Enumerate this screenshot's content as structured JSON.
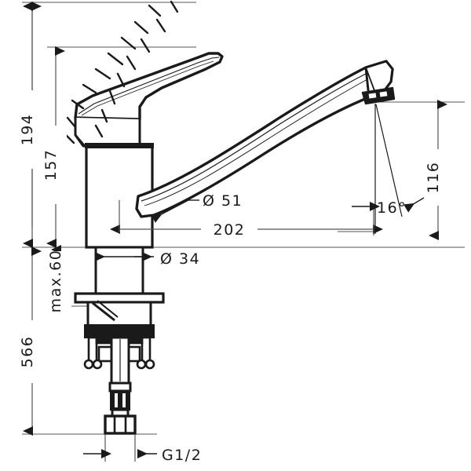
{
  "drawing": {
    "type": "technical-dimension-drawing",
    "subject": "single-lever kitchen mixer tap, side elevation",
    "units": "mm",
    "line_color": "#1a1a1a",
    "dimension_line_color": "#555555",
    "background": "#ffffff"
  },
  "dimensions": {
    "height_overall": "194",
    "height_body": "157",
    "spout_reach": "202",
    "spout_height": "116",
    "spout_outlet_diameter": "Ø 51",
    "body_diameter": "Ø 34",
    "max_deck_thickness": "max.60",
    "total_length_with_hose": "566",
    "angle_outlet": "16°",
    "thread_connection": "G1/2"
  },
  "labels": [
    {
      "id": "dim-194",
      "text": "194",
      "orientation": "vertical"
    },
    {
      "id": "dim-157",
      "text": "157",
      "orientation": "vertical"
    },
    {
      "id": "dim-566",
      "text": "566",
      "orientation": "vertical"
    },
    {
      "id": "dim-max60",
      "text": "max.60",
      "orientation": "vertical"
    },
    {
      "id": "dim-116",
      "text": "116",
      "orientation": "vertical"
    },
    {
      "id": "dim-202",
      "text": "202",
      "orientation": "horizontal"
    },
    {
      "id": "dim-d51",
      "text": "Ø 51",
      "orientation": "horizontal"
    },
    {
      "id": "dim-d34",
      "text": "Ø 34",
      "orientation": "horizontal"
    },
    {
      "id": "dim-16deg",
      "text": "16°",
      "orientation": "horizontal"
    },
    {
      "id": "dim-g12",
      "text": "G1/2",
      "orientation": "horizontal"
    }
  ]
}
